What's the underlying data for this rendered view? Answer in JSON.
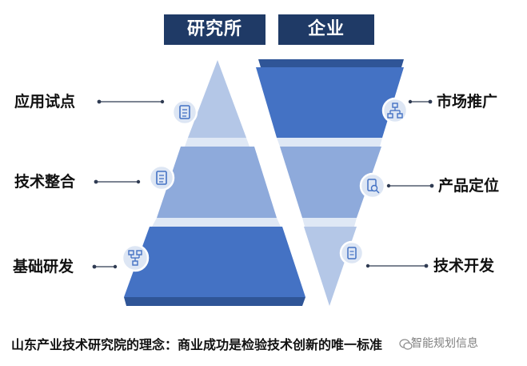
{
  "headers": {
    "left": "研究所",
    "right": "企业"
  },
  "left_labels": [
    "应用试点",
    "技术整合",
    "基础研发"
  ],
  "right_labels": [
    "市场推广",
    "产品定位",
    "技术开发"
  ],
  "caption": "山东产业技术研究院的理念：商业成功是检验技术创新的唯一标准",
  "watermark": "智能规划信息",
  "colors": {
    "header_bg": "#1f3a66",
    "tier_dark": "#4472c4",
    "tier_mid": "#8eaadb",
    "tier_light": "#b4c7e7",
    "icon_stroke": "#4472c4",
    "connector": "#2f3b52"
  },
  "icons": {
    "left": [
      "document-icon",
      "document-icon",
      "network-icon"
    ],
    "right": [
      "org-chart-icon",
      "search-document-icon",
      "document-icon"
    ]
  }
}
